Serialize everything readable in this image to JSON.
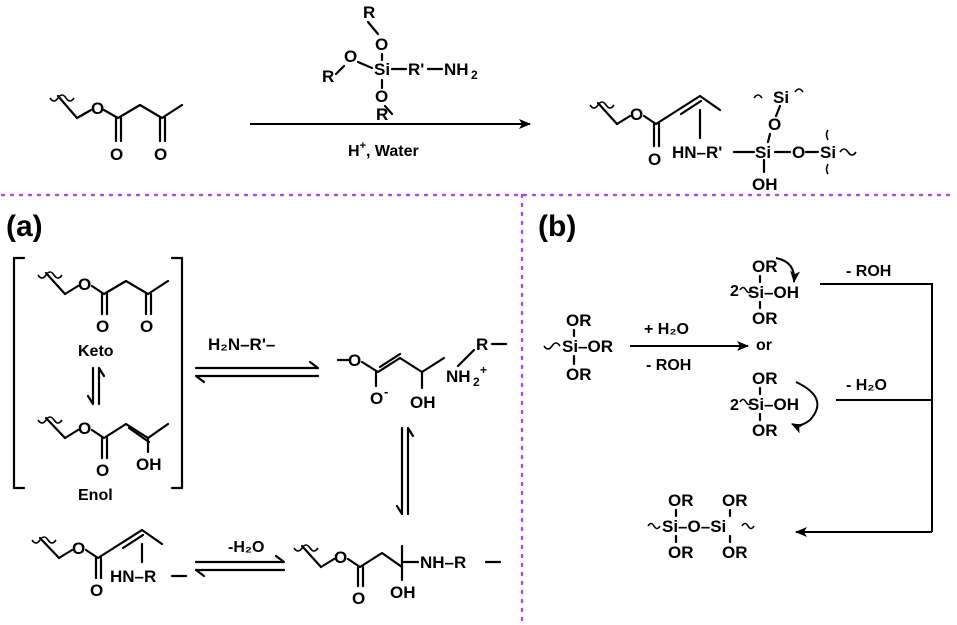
{
  "colors": {
    "divider": "#b048e0",
    "ink": "#000000",
    "background": "#ffffff"
  },
  "top": {
    "reagent": {
      "r_top": "R",
      "o_top": "O",
      "r_left": "R",
      "o_left": "O",
      "si": "Si",
      "r_prime_chain": "R'",
      "nh2": "NH",
      "nh2_sub": "2",
      "o_bottom": "O",
      "r_bottom": "R"
    },
    "condition": {
      "h": "H",
      "h_sup": "+",
      "rest": ", Water"
    },
    "reactant": {
      "o_ester": "O",
      "o_carbonyl": "O",
      "o_ketone": "O"
    },
    "product": {
      "o_ester": "O",
      "o_carbonyl": "O",
      "hn_r": "HN–R'",
      "si_center": "Si",
      "si_top": "Si",
      "o_top": "O",
      "o_right": "O",
      "si_right": "Si",
      "oh": "OH"
    }
  },
  "panel_a": {
    "label": "(a)",
    "keto": {
      "o_ester": "O",
      "o_carbonyl": "O",
      "o_ketone": "O",
      "caption": "Keto"
    },
    "enol": {
      "o_ester": "O",
      "o_carbonyl": "O",
      "oh": "OH",
      "caption": "Enol"
    },
    "amine": "H₂N–R'–",
    "intermediate": {
      "o_methoxy": "O",
      "o_minus": "O",
      "minus": "-",
      "oh": "OH",
      "nh2": "NH",
      "nh2_sub": "2",
      "nh2_sup": "+",
      "r": "R"
    },
    "hydroxy_amine": {
      "o_ester": "O",
      "o_carbonyl": "O",
      "oh": "OH",
      "nhr": "NH–R"
    },
    "enamine": {
      "o_ester": "O",
      "o_carbonyl": "O",
      "hnr": "HN–R"
    },
    "minus_water": "-H₂O"
  },
  "panel_b": {
    "label": "(b)",
    "silane": {
      "or_top": "OR",
      "si_or": "Si–OR",
      "or_bottom": "OR"
    },
    "reagent_water": "+ H₂O",
    "byproduct_roh": "- ROH",
    "silanol_a": {
      "coef": "2",
      "or_top": "OR",
      "si_oh": "Si–OH",
      "or_bottom": "OR"
    },
    "or_text": "or",
    "silanol_b": {
      "coef": "2",
      "or_top": "OR",
      "si_oh": "Si–OH",
      "or_bottom": "OR"
    },
    "loss_roh": "- ROH",
    "loss_water": "- H₂O",
    "siloxane": {
      "or_tl": "OR",
      "or_tr": "OR",
      "chain": "Si–O–Si",
      "or_bl": "OR",
      "or_br": "OR"
    }
  }
}
